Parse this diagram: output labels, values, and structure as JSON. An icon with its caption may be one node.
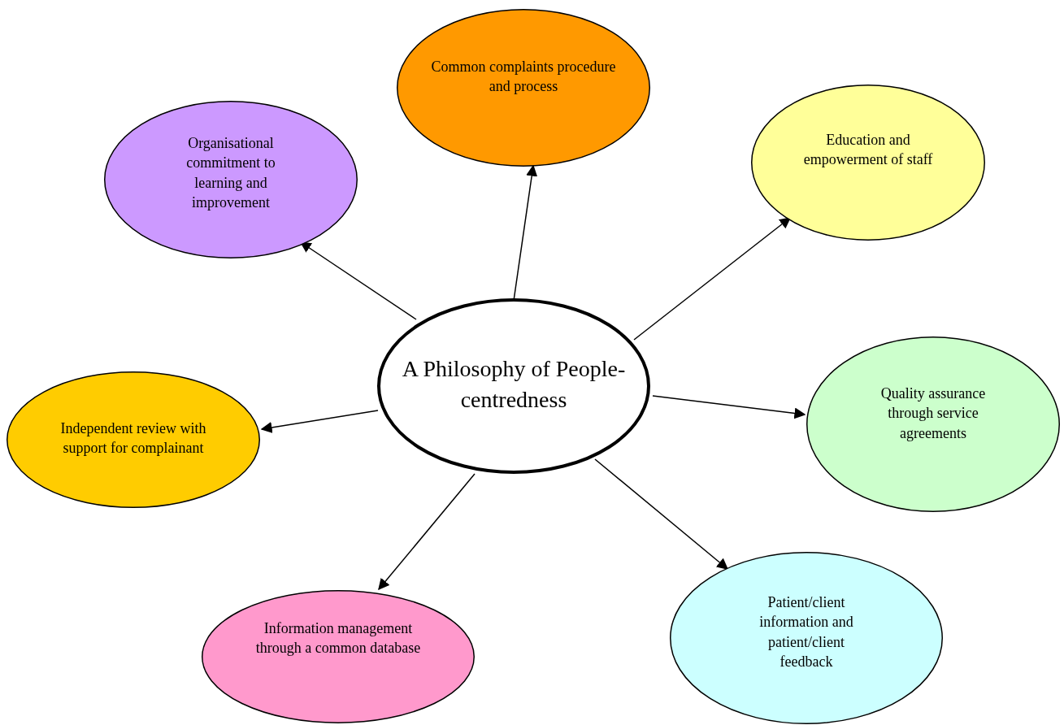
{
  "diagram": {
    "nodes": [
      {
        "text": [
          "A Philosophy of People-centredness"
        ]
      },
      {
        "text": [
          "Common complaints procedure and process"
        ]
      },
      {
        "text": [
          "Organisational commitment to learning and improvement"
        ]
      },
      {
        "text": [
          "Education and empowerment of staff"
        ]
      },
      {
        "text": [
          "Quality assurance through service agreements"
        ]
      },
      {
        "text": [
          "Independent review with support for complainant"
        ]
      },
      {
        "text": [
          "Information management through a common database"
        ]
      },
      {
        "text": [
          "Patient/client information and patient/client feedback"
        ]
      }
    ],
    "edges": [
      {
        "from": 0,
        "to": 1,
        "arrow": "to"
      },
      {
        "from": 0,
        "to": 2,
        "arrow": "to"
      },
      {
        "from": 0,
        "to": 3,
        "arrow": "to"
      },
      {
        "from": 0,
        "to": 4,
        "arrow": "to"
      },
      {
        "from": 0,
        "to": 5,
        "arrow": "to"
      },
      {
        "from": 0,
        "to": 6,
        "arrow": "to"
      },
      {
        "from": 0,
        "to": 7,
        "arrow": "to"
      }
    ]
  }
}
